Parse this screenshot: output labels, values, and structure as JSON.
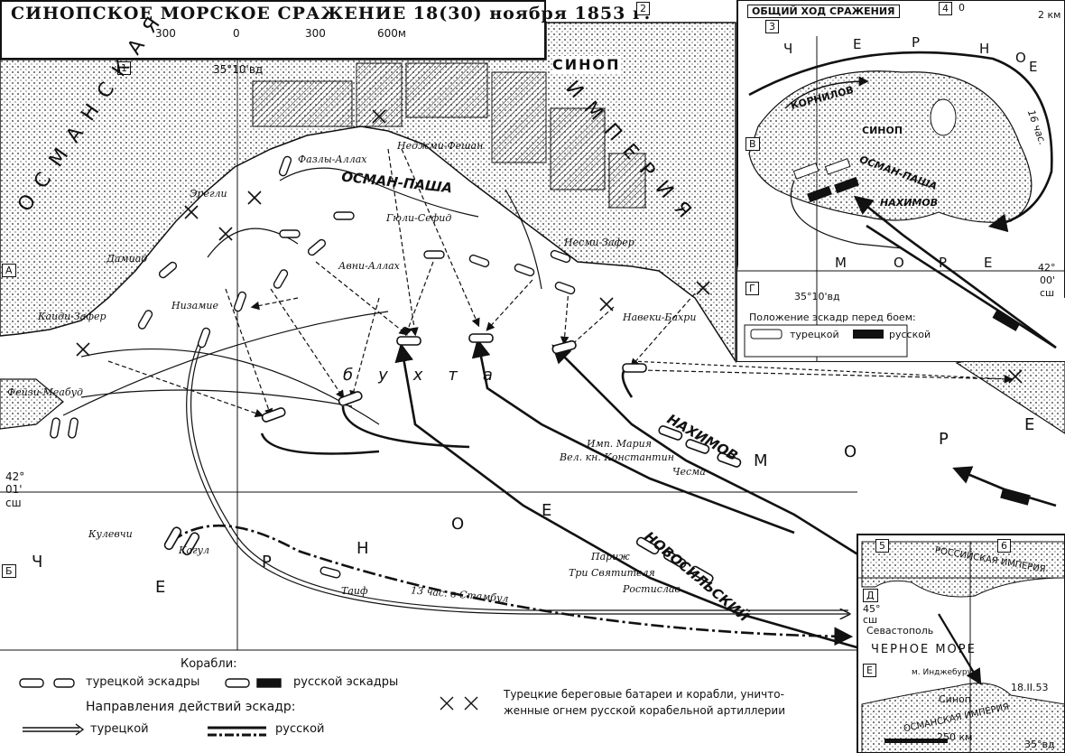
{
  "title": "СИНОПСКОЕ МОРСКОЕ СРАЖЕНИЕ 18(30) ноября 1853 г.",
  "scale": {
    "labels": [
      "300",
      "0",
      "300",
      "600м"
    ]
  },
  "grid": {
    "cells": [
      "1",
      "2",
      "3",
      "4",
      "5",
      "6",
      "А",
      "Б",
      "В",
      "Г",
      "Д",
      "Е"
    ]
  },
  "coords": {
    "lon_top": "35°10'вд",
    "lat_left_deg": "42°",
    "lat_left_min": "01'",
    "lat_left_hem": "сш"
  },
  "land_labels": {
    "empire_left": "ОСМАНСКАЯ",
    "empire_right": "ИМПЕРИЯ",
    "city": "СИНОП"
  },
  "water_labels": {
    "bay": "бухта",
    "sea_letters_bottom": [
      "Ч",
      "Е",
      "Р",
      "Н",
      "О",
      "Е"
    ],
    "sea_letters_right": [
      "М",
      "О",
      "Р",
      "Е"
    ]
  },
  "squadrons": {
    "osman": "ОСМАН-ПАША",
    "nakhimov": "НАХИМОВ",
    "novosilsky": "НОВОСИЛЬСКИЙ"
  },
  "turkish_ships": [
    "Неджми-Фешан",
    "Фазлы-Аллах",
    "Эрегли",
    "Дамиад",
    "Каиди-Зафер",
    "Низамие",
    "Фейзи-Меабуд",
    "Авни-Аллах",
    "Гюли-Сефид",
    "Несми-Зафер",
    "Навеки-Бахри",
    "Таиф"
  ],
  "russian_ships": [
    "Имп. Мария",
    "Вел. кн. Константин",
    "Чесма",
    "Париж",
    "Три Святителя",
    "Ростислав",
    "Кулевчи",
    "Кагул"
  ],
  "route_note": "13 час. в Стамбул",
  "inset_course": {
    "title": "ОБЩИЙ ХОД СРАЖЕНИЯ",
    "scale": [
      "0",
      "2 км"
    ],
    "sea_letters_top": [
      "Ч",
      "Е",
      "Р",
      "Н",
      "О",
      "Е"
    ],
    "sea_letters_bottom": [
      "М",
      "О",
      "Р",
      "Е"
    ],
    "kornilov": "КОРНИЛОВ",
    "city": "СИНОП",
    "osman": "ОСМАН-ПАША",
    "nakhimov": "НАХИМОВ",
    "time_note": "16 час.",
    "lon": "35°10'вд",
    "lat_deg": "42°",
    "lat_min": "00'",
    "lat_hem": "сш",
    "legend_title": "Положение эскадр перед боем:",
    "legend_turkish": "турецкой",
    "legend_russian": "русской"
  },
  "inset_region": {
    "lat": "45°",
    "lat_hem": "сш",
    "city": "Севастополь",
    "empire_ru": "РОССИЙСКАЯ ИМПЕРИЯ",
    "sea": "ЧЕРНОЕ МОРЕ",
    "cape": "м. Инджебурун",
    "date": "18.II.53",
    "sinop": "Синоп",
    "empire_tr": "ОСМАНСКАЯ ИМПЕРИЯ",
    "scale": "250 км",
    "lon": "35°вд"
  },
  "legend": {
    "ships_title": "Корабли:",
    "turkish_squadron": "турецкой эскадры",
    "russian_squadron": "русской эскадры",
    "directions_title": "Направления действий эскадр:",
    "dir_turkish": "турецкой",
    "dir_russian": "русской",
    "destroyed_line1": "Турецкие береговые батареи и корабли, уничто-",
    "destroyed_line2": "женные огнем русской корабельной артиллерии"
  }
}
